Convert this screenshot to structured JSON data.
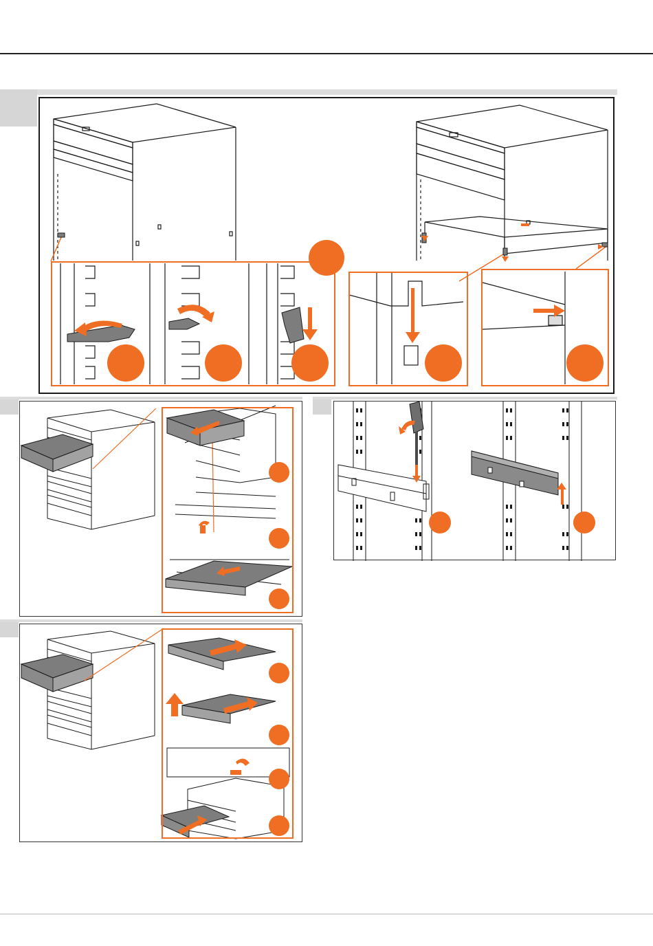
{
  "page": {
    "accent_color": "#ef6e23",
    "line_color": "#1a1a1a",
    "part_color": "#7d7d7d",
    "sections": [
      {
        "id": "section-1",
        "icons": [
          "cabinet-icon",
          "rotate-arrow-icon",
          "down-arrow-icon",
          "right-arrow-icon"
        ]
      },
      {
        "id": "section-2",
        "icons": [
          "cabinet-icon",
          "drawer-icon",
          "pull-arrow-icon"
        ]
      },
      {
        "id": "section-3",
        "icons": [
          "cabinet-icon",
          "drawer-icon",
          "push-arrow-icon",
          "up-arrow-icon"
        ]
      },
      {
        "id": "section-4",
        "icons": [
          "screwdriver-icon",
          "slide-rail-icon",
          "rotate-arrow-icon"
        ]
      }
    ]
  }
}
